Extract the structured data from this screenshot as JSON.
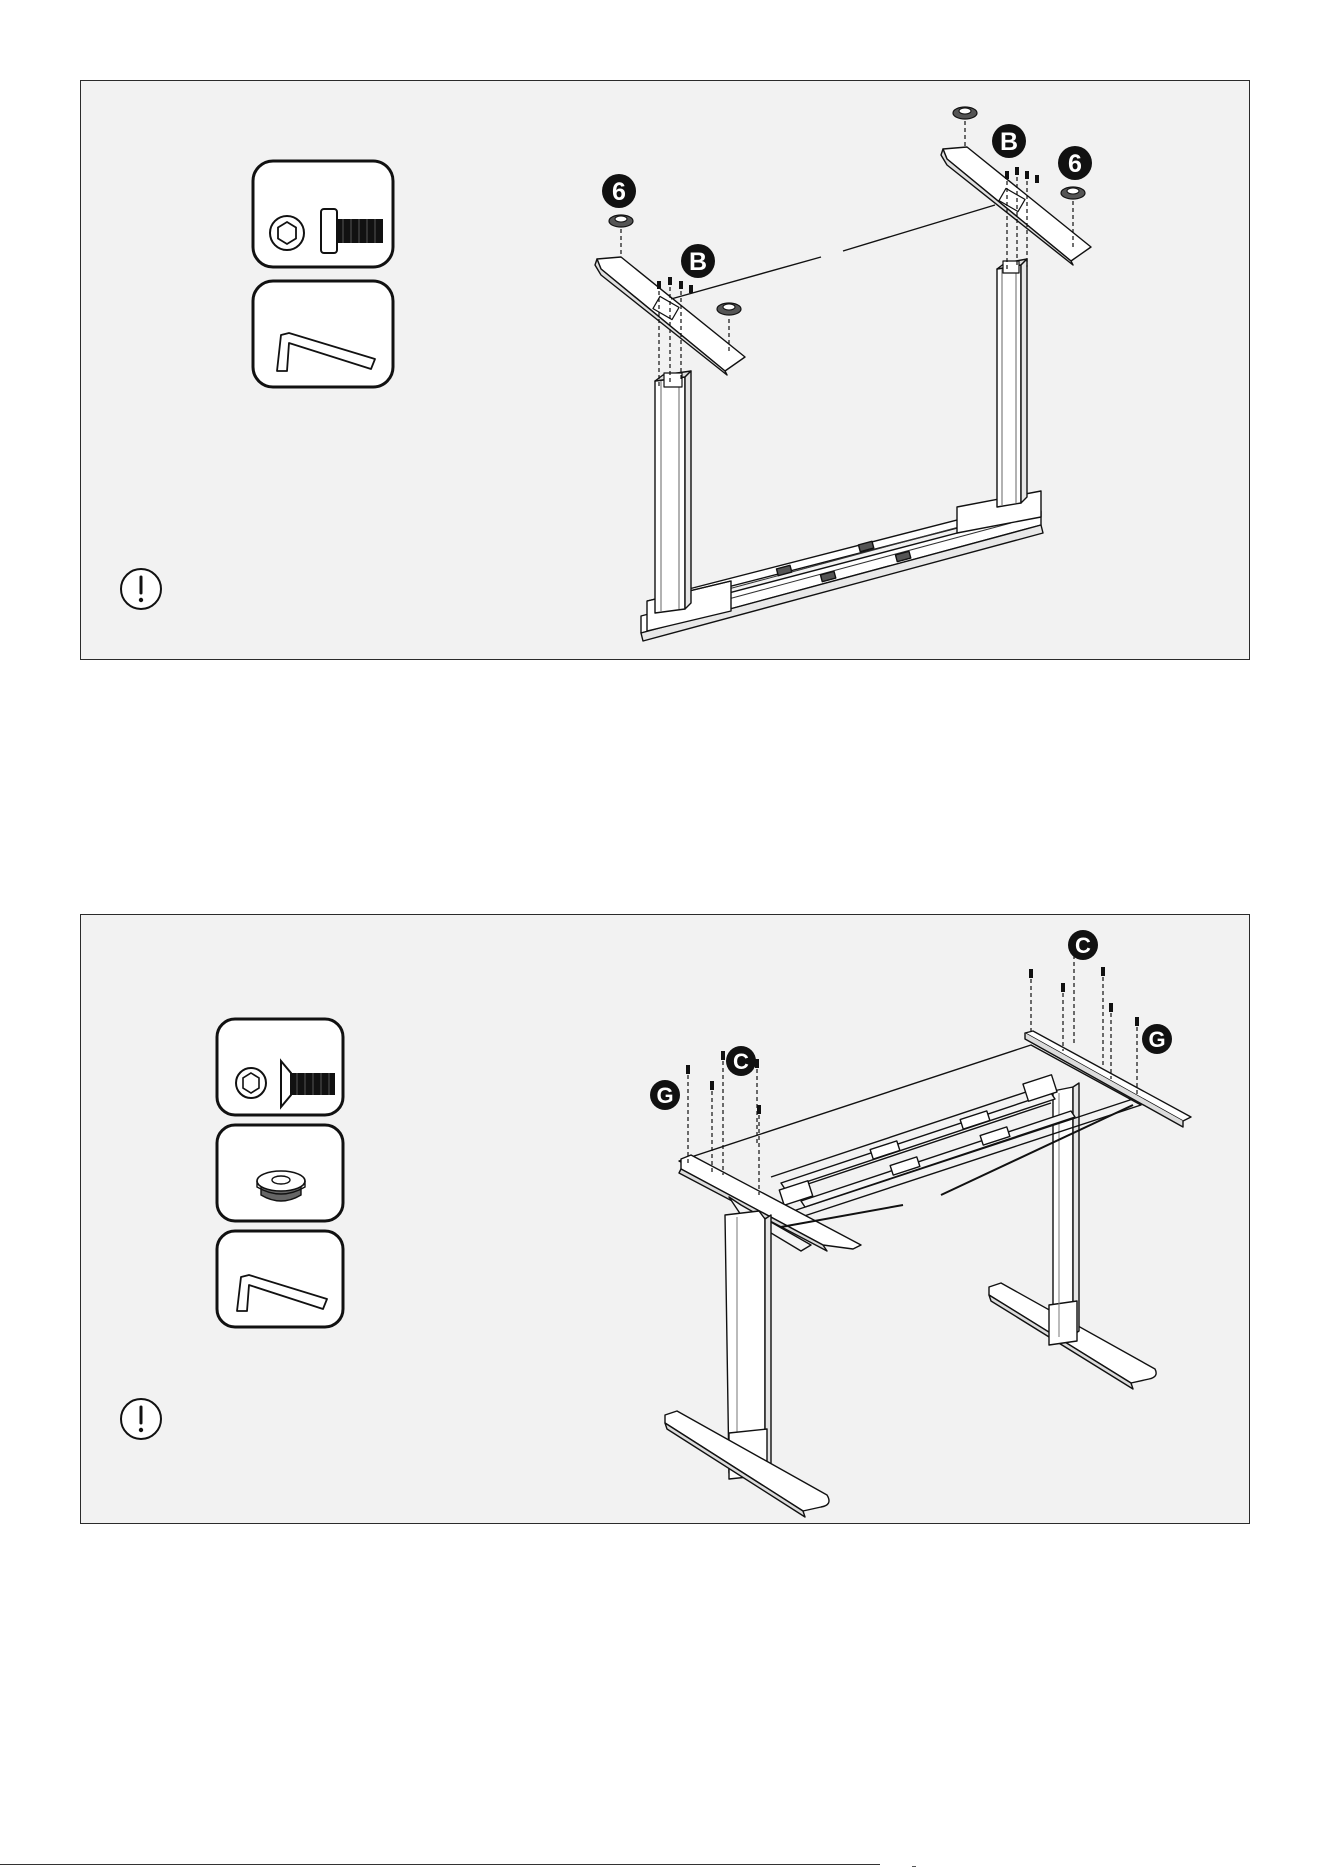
{
  "step_1": {
    "callouts": {
      "washer": "6",
      "screw": "B"
    },
    "tools": [
      "hex-bolt",
      "allen-key"
    ],
    "note_icon": "exclamation-icon"
  },
  "step_2": {
    "callouts": {
      "screw": "C",
      "fastener": "G"
    },
    "tools": [
      "countersunk-bolt",
      "flange-nut",
      "allen-key"
    ],
    "note_icon": "exclamation-icon"
  }
}
